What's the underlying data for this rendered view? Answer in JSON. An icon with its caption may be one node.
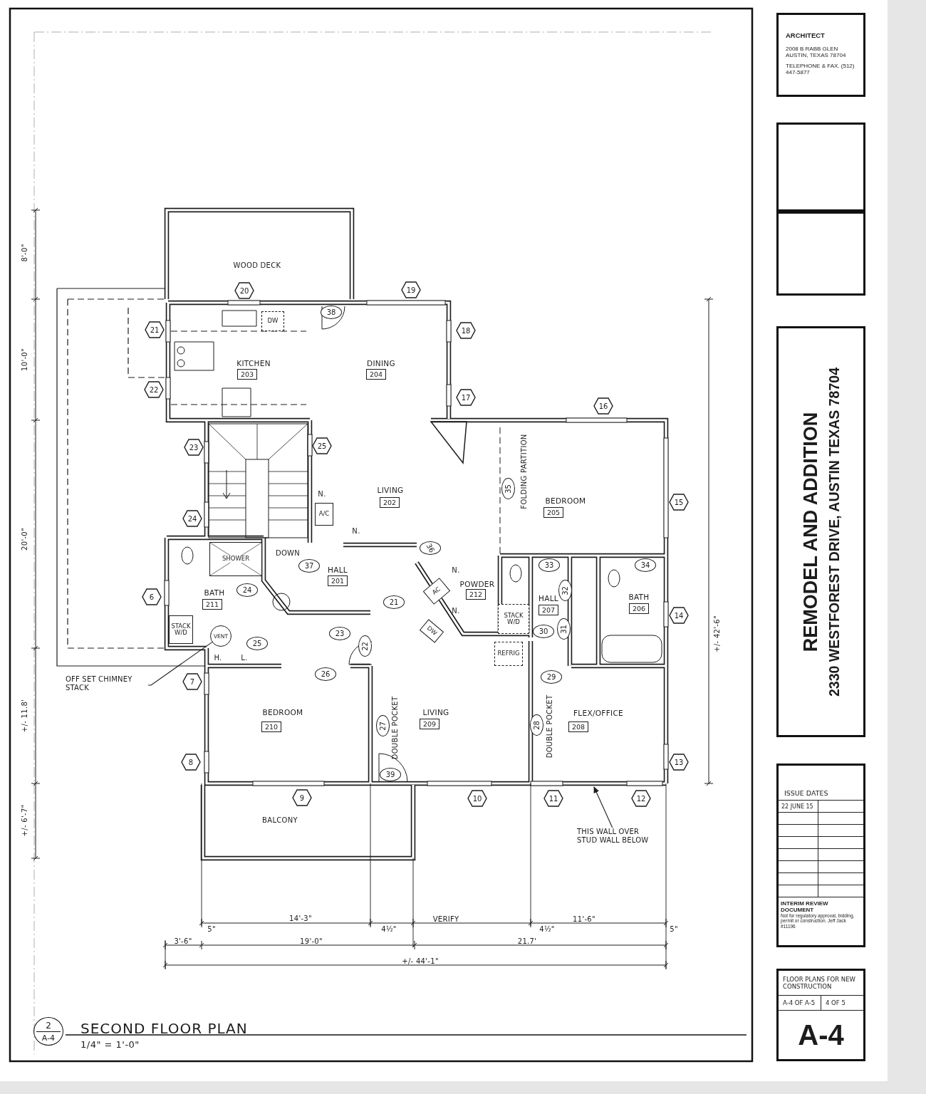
{
  "diagram": {
    "title": "SECOND FLOOR PLAN",
    "nodes": [
      {
        "text": [
          "ARCHITECT",
          "2008 B RABB GLEN AUSTIN, TEXAS 78704",
          "TELEPHONE & FAX. (512) 447-5877"
        ]
      },
      {
        "text": [],
        "shape": "box"
      },
      {
        "text": [],
        "shape": "box"
      },
      {
        "text": [
          "REMODEL AND ADDITION",
          "2330 WESTFOREST DRIVE, AUSTIN TEXAS 78704"
        ]
      },
      {
        "text": [
          "ISSUE DATES",
          "22 JUNE 15",
          "INTERIM REVIEW DOCUMENT",
          "Not for regulatory approval, bidding, permit or construction. Jeff Jack #11196"
        ]
      },
      {
        "text": [
          "FLOOR PLANS FOR NEW CONSTRUCTION",
          "A-4 OF A-5",
          "4 OF 5",
          "A-4"
        ]
      },
      {
        "text": [
          "20"
        ]
      },
      {
        "text": [
          "19"
        ]
      },
      {
        "text": [
          "DW"
        ]
      },
      {
        "text": [
          "38"
        ]
      },
      {
        "text": [
          "21"
        ]
      },
      {
        "text": [
          "18"
        ]
      },
      {
        "text": [
          "203"
        ],
        "beside": [
          "KITCHEN"
        ]
      },
      {
        "text": [
          "204"
        ],
        "beside": [
          "DINING"
        ]
      },
      {
        "text": [
          "22"
        ]
      },
      {
        "text": [
          "17"
        ]
      },
      {
        "text": [
          "16"
        ]
      },
      {
        "text": [
          "23"
        ]
      },
      {
        "text": [
          "25"
        ]
      },
      {
        "text": [
          "35"
        ]
      },
      {
        "text": [
          "202"
        ],
        "beside": [
          "LIVING"
        ]
      },
      {
        "text": [
          "205"
        ],
        "beside": [
          "BEDROOM"
        ]
      },
      {
        "text": [
          "A/C"
        ]
      },
      {
        "text": [
          "24"
        ]
      },
      {
        "text": [
          "15"
        ]
      },
      {
        "text": [
          "SHOWER"
        ]
      },
      {
        "text": [
          "37"
        ]
      },
      {
        "text": [
          "36"
        ]
      },
      {
        "text": [
          "201"
        ],
        "beside": [
          "HALL"
        ]
      },
      {
        "text": [
          "33"
        ]
      },
      {
        "text": [
          "34"
        ]
      },
      {
        "text": [
          "212"
        ],
        "beside": [
          "POWDER"
        ]
      },
      {
        "text": [
          "AC"
        ]
      },
      {
        "text": [
          "24"
        ]
      },
      {
        "text": [
          "32"
        ]
      },
      {
        "text": [
          "6"
        ]
      },
      {
        "text": [
          "211"
        ],
        "beside": [
          "BATH"
        ]
      },
      {
        "text": [
          "21"
        ]
      },
      {
        "text": [
          "207"
        ],
        "beside": [
          "HALL"
        ]
      },
      {
        "text": [
          "206"
        ],
        "beside": [
          "BATH"
        ]
      },
      {
        "text": [
          "STACK W/D"
        ]
      },
      {
        "text": [
          "STACK W/D"
        ]
      },
      {
        "text": [
          "14"
        ]
      },
      {
        "text": [
          "DW"
        ]
      },
      {
        "text": [
          "VENT"
        ]
      },
      {
        "text": [
          "23"
        ]
      },
      {
        "text": [
          "30"
        ]
      },
      {
        "text": [
          "31"
        ]
      },
      {
        "text": [
          "25"
        ]
      },
      {
        "text": [
          "22"
        ]
      },
      {
        "text": [
          "REFRIG"
        ]
      },
      {
        "text": [
          "26"
        ]
      },
      {
        "text": [
          "29"
        ]
      },
      {
        "text": [
          "7"
        ]
      },
      {
        "text": [
          "OFF SET CHIMNEY STACK"
        ]
      },
      {
        "text": [
          "210"
        ],
        "beside": [
          "BEDROOM"
        ]
      },
      {
        "text": [
          "209"
        ],
        "beside": [
          "LIVING"
        ]
      },
      {
        "text": [
          "208"
        ],
        "beside": [
          "FLEX/OFFICE"
        ]
      },
      {
        "text": [
          "27"
        ]
      },
      {
        "text": [
          "28"
        ]
      },
      {
        "text": [
          "8"
        ]
      },
      {
        "text": [
          "13"
        ]
      },
      {
        "text": [
          "39"
        ]
      },
      {
        "text": [
          "9"
        ]
      },
      {
        "text": [
          "10"
        ]
      },
      {
        "text": [
          "11"
        ]
      },
      {
        "text": [
          "12"
        ]
      },
      {
        "text": [
          "THIS WALL OVER STUD WALL BELOW"
        ]
      },
      {
        "text": [
          "2",
          "A-4"
        ],
        "beside": [
          "1/4\" = 1'-0\""
        ]
      }
    ],
    "edges": [
      {
        "from": 54,
        "to": 44,
        "arrow": "none"
      },
      {
        "from": 67,
        "to": null,
        "arrow": "to"
      }
    ],
    "labels": [
      "8'-0\"",
      "WOOD DECK",
      "10'-0\"",
      "N.",
      "N.",
      "20'-0\"",
      "DOWN",
      "N.",
      "FOLDING PARTITION",
      "N.",
      "H.",
      "L.",
      "+/- 42'-6\"",
      "DOUBLE POCKET",
      "DOUBLE POCKET",
      "+/- 11.8'",
      "BALCONY",
      "+/- 6'-7\"",
      "14'-3\"",
      "VERIFY",
      "11'-6\"",
      "5\"",
      "4½\"",
      "4½\"",
      "5\"",
      "3'-6\"",
      "19'-0\"",
      "21.7'",
      "+/- 44'-1\""
    ]
  }
}
